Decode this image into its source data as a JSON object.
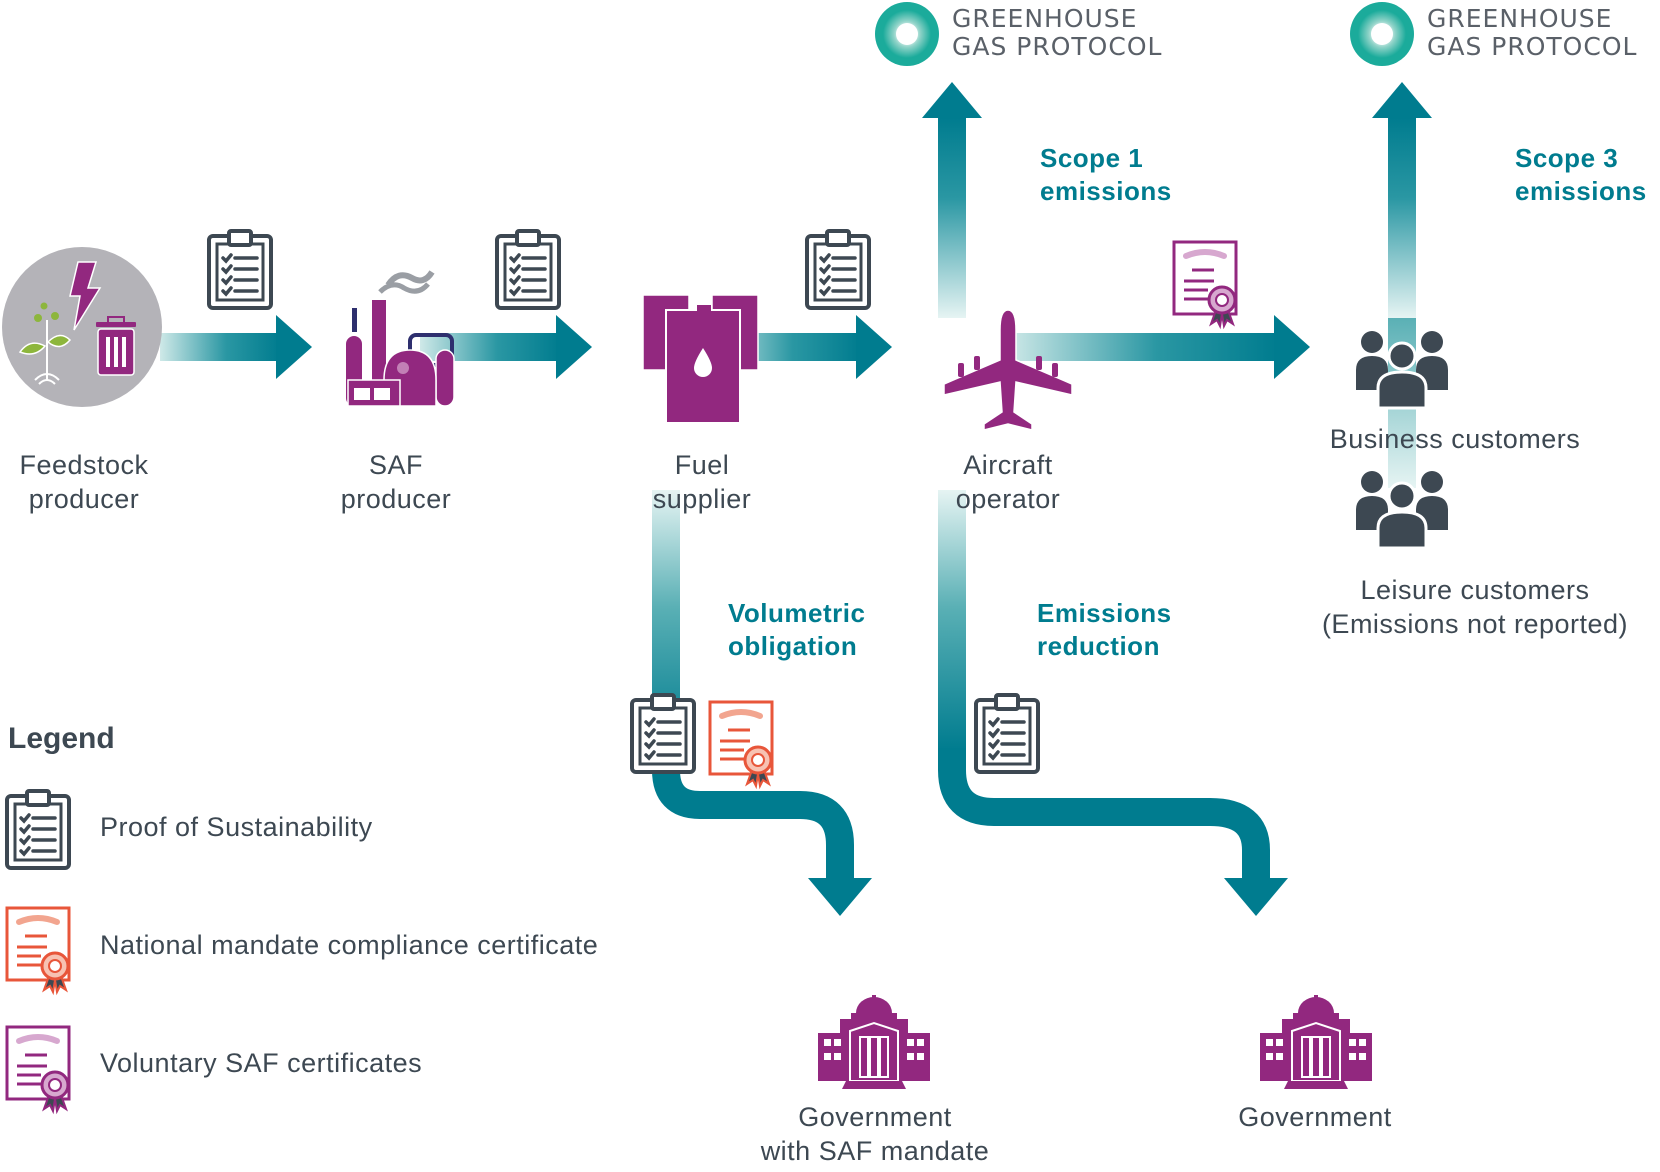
{
  "diagram": {
    "nodes": {
      "feedstock_producer": "Feedstock\nproducer",
      "saf_producer": "SAF\nproducer",
      "fuel_supplier": "Fuel\nsupplier",
      "aircraft_operator": "Aircraft\noperator",
      "business_customers": "Business customers",
      "leisure_customers": "Leisure customers\n(Emissions not reported)",
      "government_mandate": "Government\nwith SAF mandate",
      "government": "Government"
    },
    "flows": {
      "scope1": "Scope 1\nemissions",
      "scope3": "Scope 3\nemissions",
      "volumetric": "Volumetric\nobligation",
      "emissions_reduction": "Emissions\nreduction"
    },
    "ghg_logo": {
      "line1": "GREENHOUSE",
      "line2": "GAS PROTOCOL"
    },
    "legend": {
      "title": "Legend",
      "items": [
        {
          "icon": "clipboard-checklist-icon",
          "label": "Proof of Sustainability"
        },
        {
          "icon": "national-certificate-icon",
          "label": "National mandate compliance certificate"
        },
        {
          "icon": "voluntary-certificate-icon",
          "label": "Voluntary SAF certificates"
        }
      ]
    },
    "colors": {
      "teal": "#007c8f",
      "teal_light": "#d4ecea",
      "purple": "#92287f",
      "dark": "#3d4852",
      "orange": "#e8563a",
      "ghg_green": "#1bab9b"
    }
  }
}
